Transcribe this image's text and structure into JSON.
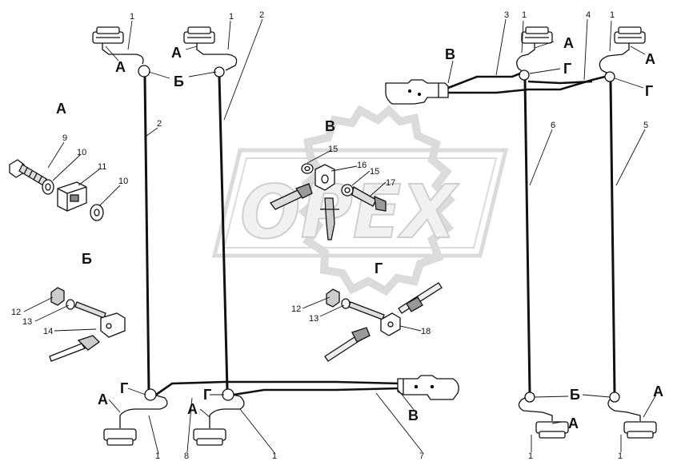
{
  "watermark": {
    "text": "OPEX"
  },
  "colors": {
    "line": "#111111",
    "watermark": "#bfbfbf"
  },
  "section_labels": {
    "a": "А",
    "b": "Б"
  },
  "letters": {
    "a": "А",
    "b": "Б",
    "v": "В",
    "g": "Г"
  },
  "numbers": {
    "n1": "1",
    "n2": "2",
    "n3": "3",
    "n4": "4",
    "n5": "5",
    "n6": "6",
    "n7": "7",
    "n8": "8",
    "n9": "9",
    "n10": "10",
    "n11": "11",
    "n12": "12",
    "n13": "13",
    "n14": "14",
    "n15": "15",
    "n16": "16",
    "n17": "17",
    "n18": "18"
  }
}
